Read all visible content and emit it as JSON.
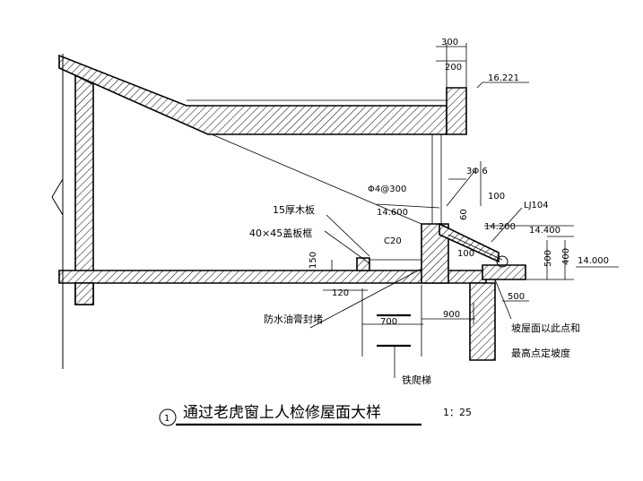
{
  "title": "通过老虎窗上人检修屋面大样",
  "scale": "1：25",
  "detail_number": "1",
  "labels": {
    "wood_board": "15厚木板",
    "cover_frame": "40×45盖板框",
    "rebar_stirrup": "Φ4@300",
    "rebar_main": "3Φ 6",
    "concrete": "C20",
    "sealing": "防水油膏封堵",
    "ladder": "铁爬梯",
    "slope_note_1": "坡屋面以此点和",
    "slope_note_2": "最高点定坡度",
    "drain": "LJ104"
  },
  "elevations": {
    "top": "16.221",
    "e14600": "14.600",
    "e14200": "14.200",
    "e14400": "14.400",
    "e14000": "14.000"
  },
  "dimensions": {
    "d300": "300",
    "d200": "200",
    "d100a": "100",
    "d60": "60",
    "d100b": "100",
    "d150": "150",
    "d120": "120",
    "d700": "700",
    "d900": "900",
    "d500a": "500",
    "d400": "400",
    "d500b": "500"
  }
}
